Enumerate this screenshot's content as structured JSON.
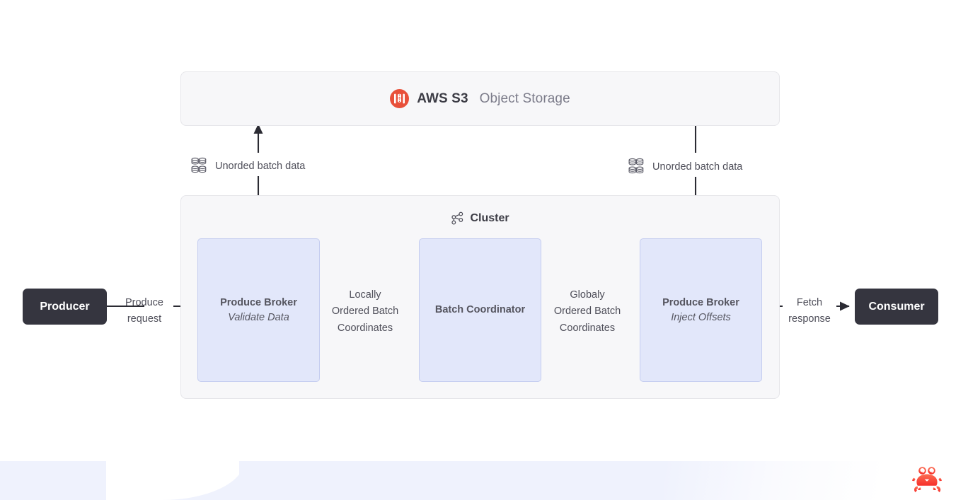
{
  "diagram": {
    "storage": {
      "icon": "aws-s3-bucket-icon",
      "title_strong": "AWS S3",
      "title_light": "Object Storage",
      "bg_color": "#f7f7f9",
      "icon_color": "#e8503a"
    },
    "cluster": {
      "icon": "cluster-node-graph-icon",
      "title": "Cluster",
      "bg_color": "#f7f7f9",
      "nodes": [
        {
          "title": "Produce Broker",
          "subtitle": "Validate Data"
        },
        {
          "title": "Batch Coordinator",
          "subtitle": ""
        },
        {
          "title": "Produce Broker",
          "subtitle": "Inject Offsets"
        }
      ],
      "node_color": "#e2e7fa",
      "node_border_color": "#c5cdf0"
    },
    "endpoints": {
      "producer": "Producer",
      "consumer": "Consumer",
      "color": "#35353f"
    },
    "edge_labels": {
      "produce_request": [
        "Produce",
        "request"
      ],
      "locally_ordered": [
        "Locally",
        "Ordered Batch",
        "Coordinates"
      ],
      "globaly_ordered": [
        "Globaly",
        "Ordered Batch",
        "Coordinates"
      ],
      "fetch_response": [
        "Fetch",
        "response"
      ]
    },
    "batch_labels": {
      "left": "Unorded batch data",
      "right": "Unorded batch data",
      "icon": "database-stack-icon"
    },
    "footer": {
      "logo": "crab-logo",
      "logo_color": "#f8453a",
      "band_color": "#eff2fd"
    }
  }
}
